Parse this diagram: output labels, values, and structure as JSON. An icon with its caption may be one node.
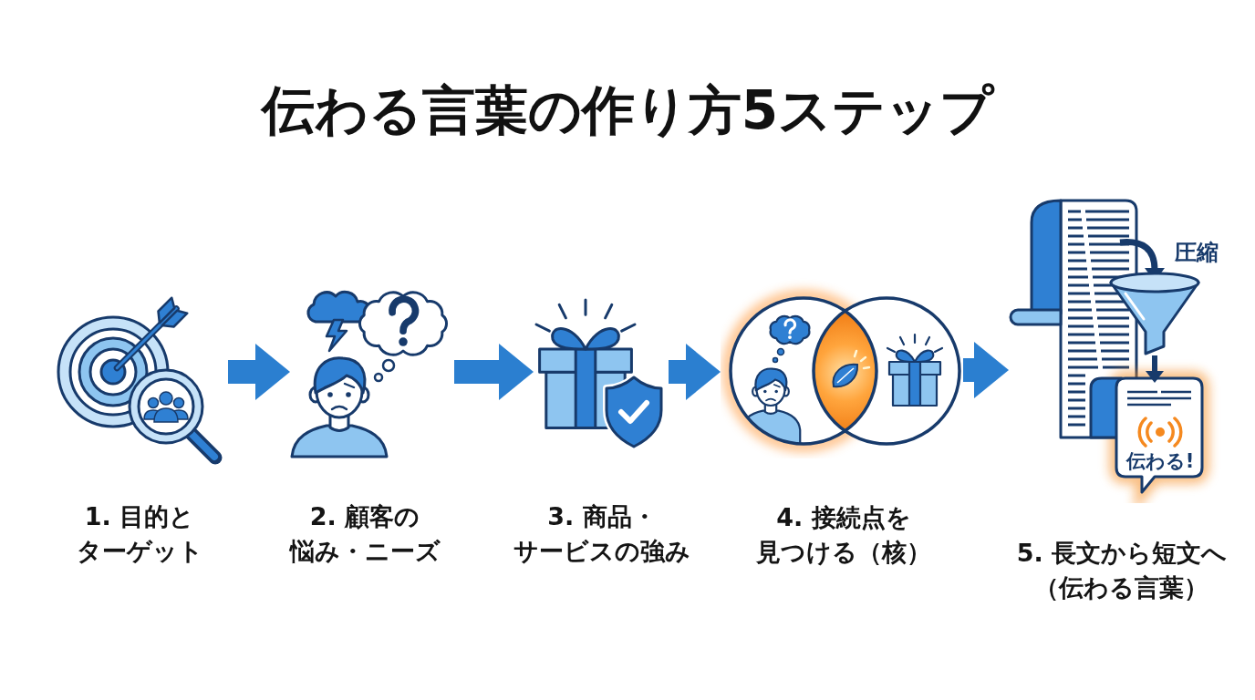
{
  "diagram": {
    "title": "伝わる言葉の作り方5ステップ",
    "nodes": [
      {
        "text": [
          "1. 目的とターゲット"
        ]
      },
      {
        "text": [
          "2. 顧客の悩み・ニーズ"
        ]
      },
      {
        "text": [
          "3. 商品・サービスの強み"
        ]
      },
      {
        "text": [
          "4. 接続点を見つける（核）"
        ]
      },
      {
        "text": [
          "5. 長文から短文へ（伝わる言葉）"
        ]
      }
    ],
    "edges": [
      {
        "from": 0,
        "to": 1,
        "arrow": "to"
      },
      {
        "from": 1,
        "to": 2,
        "arrow": "to"
      },
      {
        "from": 2,
        "to": 3,
        "arrow": "to"
      },
      {
        "from": 3,
        "to": 4,
        "arrow": "to"
      }
    ],
    "labels": [
      "圧縮",
      "伝わる!"
    ]
  }
}
